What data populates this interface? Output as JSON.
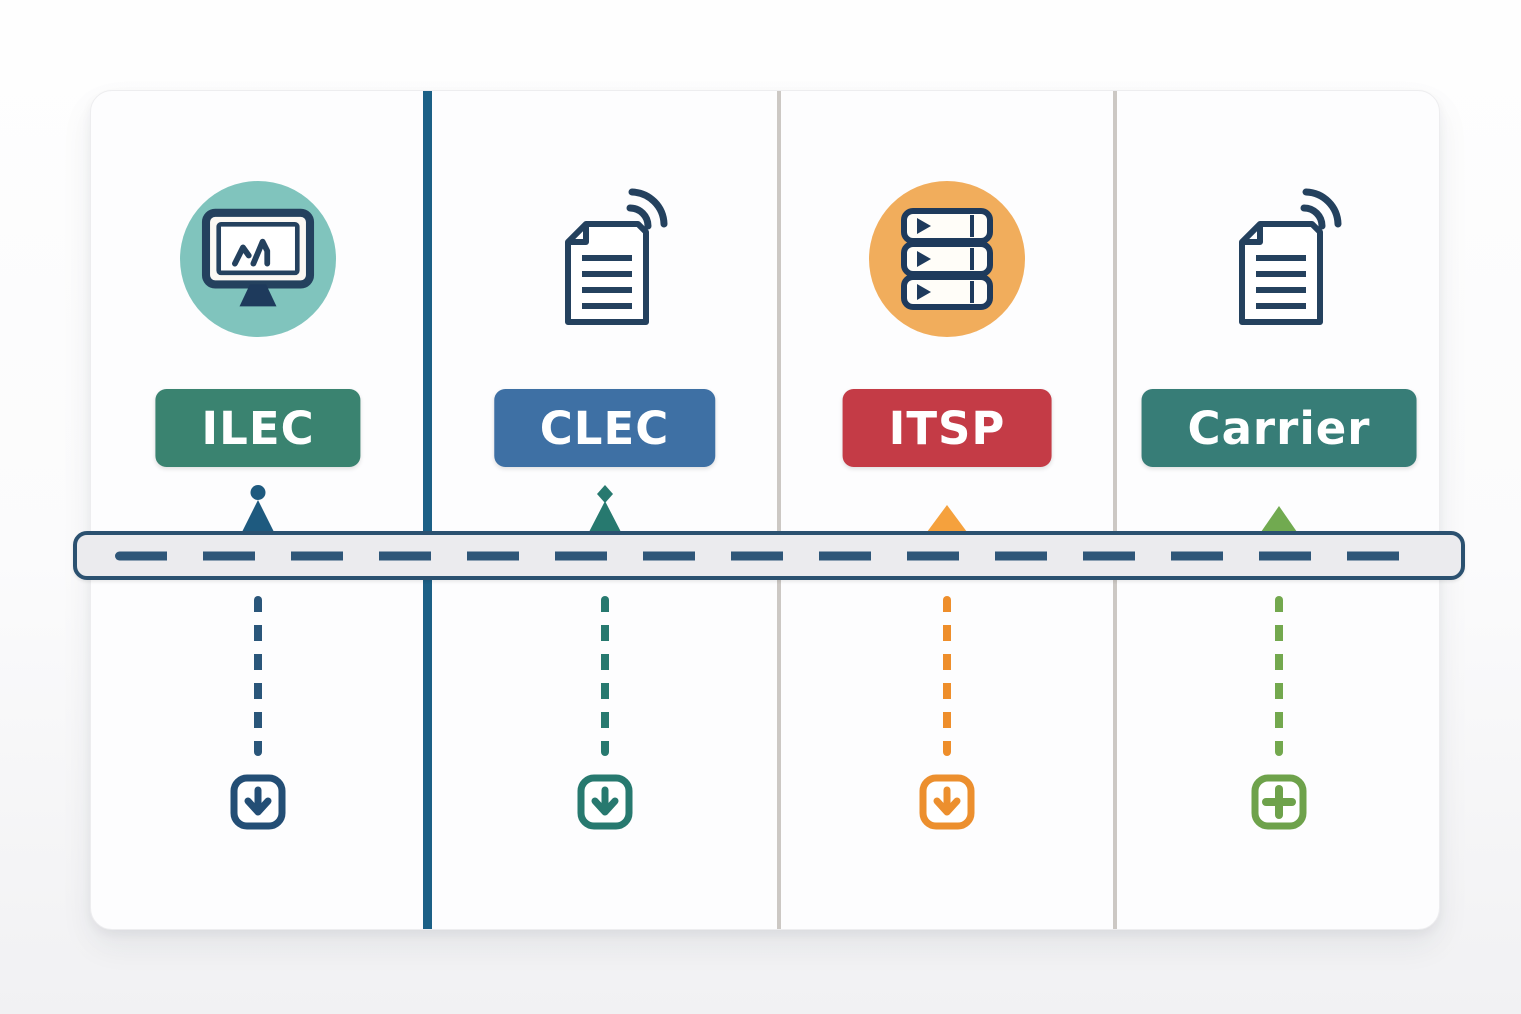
{
  "canvas": {
    "background": "#f7f7f8",
    "card_background": "#fdfdfe"
  },
  "dividers": {
    "blue_divider_color": "#1c6086",
    "gray_divider_color": "#ccc8c4"
  },
  "timeline_band": {
    "name": "horizontal-dashed-band",
    "fill": "#ebebee",
    "border_color": "#2b5170",
    "dash_color": "#2e5678"
  },
  "columns": [
    {
      "label": "ILEC",
      "badge_color": "#3a8370",
      "accent_color": "#2a567a",
      "marker": "pin-with-circle",
      "marker_color": "#1e5a7f",
      "top_icon": "monitor-screen-icon",
      "top_icon_circle_color": "#80c4bd",
      "bottom_icon": "download-arrow-square-icon",
      "bottom_icon_color": "#234e75"
    },
    {
      "label": "CLEC",
      "badge_color": "#3e70a4",
      "accent_color": "#27796f",
      "marker": "pin-with-diamond",
      "marker_color": "#27796f",
      "top_icon": "wireless-document-icon",
      "bottom_icon": "download-arrow-square-icon",
      "bottom_icon_color": "#27796f"
    },
    {
      "label": "ITSP",
      "badge_color": "#c43b46",
      "accent_color": "#ee8e2b",
      "marker": "triangle-up",
      "marker_color": "#f5a13d",
      "top_icon": "server-stack-icon",
      "top_icon_circle_color": "#f1ad5c",
      "bottom_icon": "download-arrow-square-icon",
      "bottom_icon_color": "#ec8f2e"
    },
    {
      "label": "Carrier",
      "badge_color": "#377d77",
      "accent_color": "#73a84e",
      "marker": "triangle-up",
      "marker_color": "#71aa50",
      "top_icon": "wireless-document-icon",
      "bottom_icon": "plus-square-icon",
      "bottom_icon_color": "#6ea24b"
    }
  ]
}
